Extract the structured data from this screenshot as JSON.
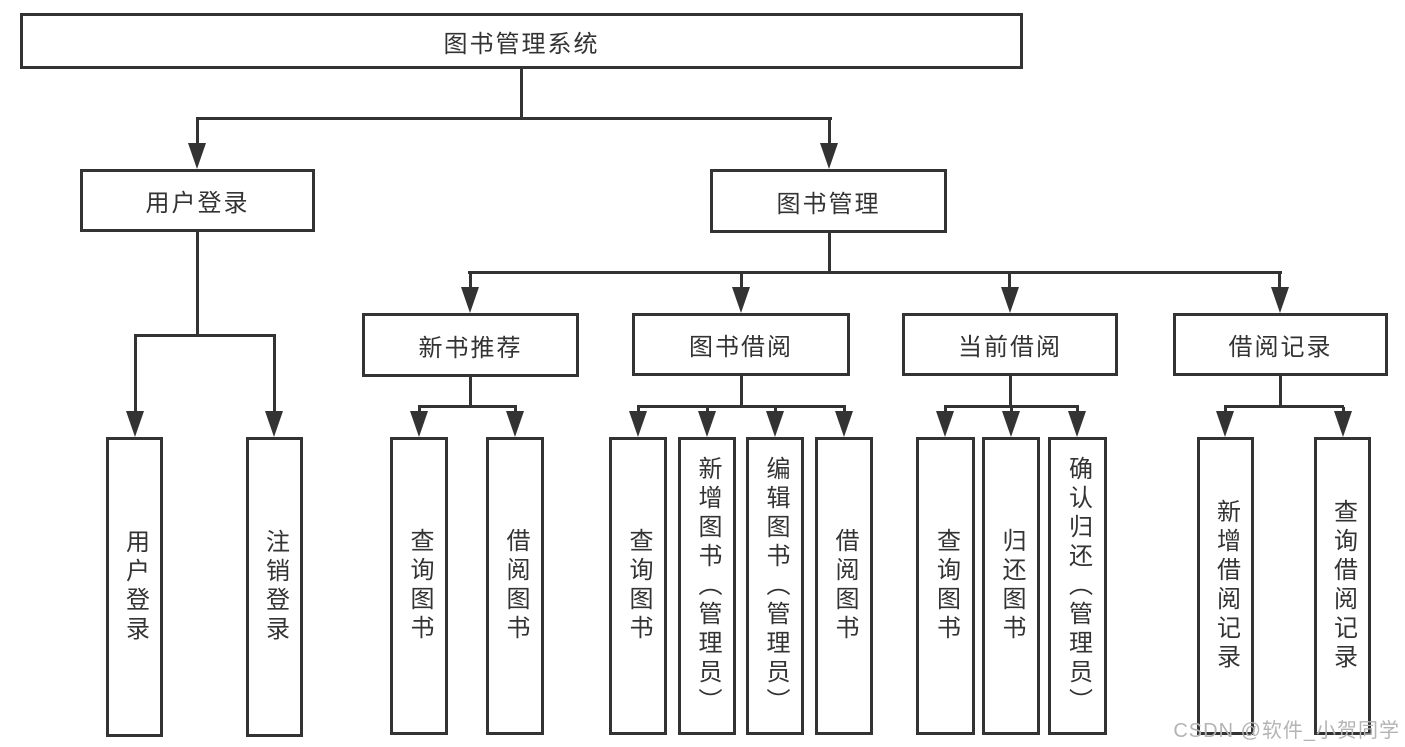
{
  "diagram_type": "functional-structure-tree",
  "nodes": {
    "root": "图书管理系统",
    "user_login": "用户登录",
    "book_mgmt": "图书管理",
    "new_book_rec": "新书推荐",
    "book_borrow": "图书借阅",
    "current_borrow": "当前借阅",
    "borrow_record": "借阅记录"
  },
  "leaves": {
    "user_login_leaf": "用户登录",
    "logout": "注销登录",
    "query_book_rec": "查询图书",
    "borrow_book_rec": "借阅图书",
    "query_book_borrow": "查询图书",
    "add_book_admin": "新增图书（管理员）",
    "edit_book_admin": "编辑图书（管理员）",
    "borrow_book_leaf": "借阅图书",
    "query_book_current": "查询图书",
    "return_book": "归还图书",
    "confirm_return_admin": "确认归还（管理员）",
    "add_borrow_record": "新增借阅记录",
    "query_borrow_record": "查询借阅记录"
  },
  "watermark": "CSDN @软件_小贺同学",
  "colors": {
    "line": "#333333",
    "text": "#333333",
    "watermark": "#b4b4b4",
    "background": "#ffffff"
  }
}
